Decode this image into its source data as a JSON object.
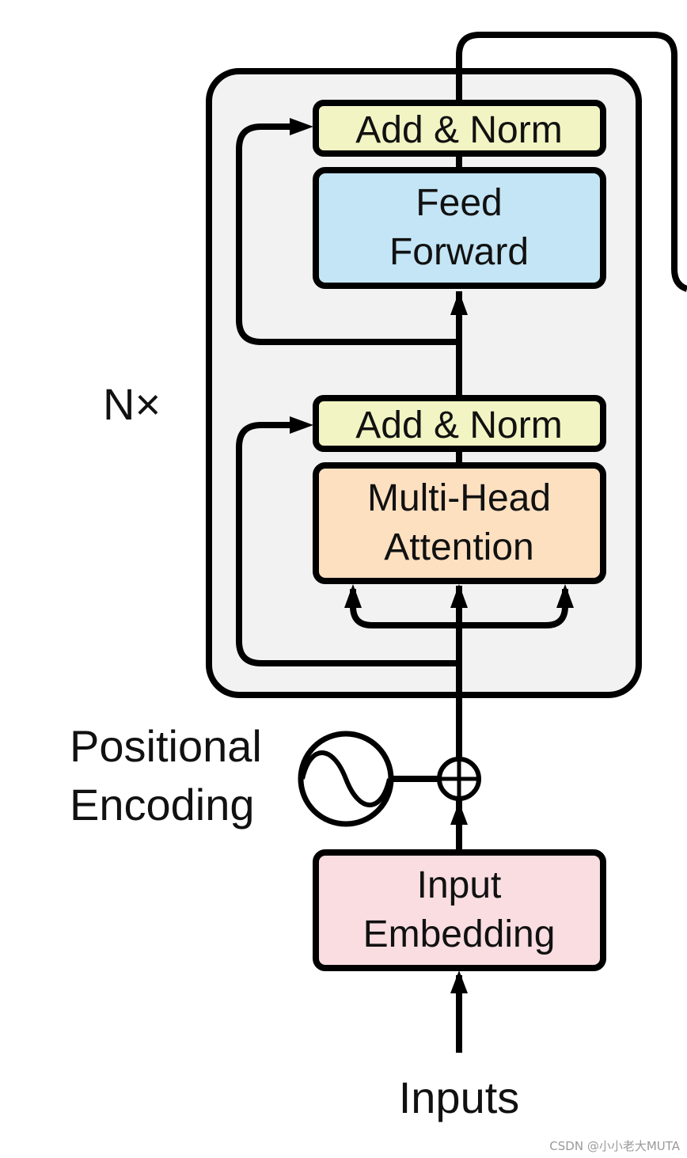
{
  "diagram": {
    "repeat_label": "N×",
    "blocks": {
      "add_norm_top": "Add & Norm",
      "feed_forward_line1": "Feed",
      "feed_forward_line2": "Forward",
      "add_norm_bottom": "Add & Norm",
      "mha_line1": "Multi-Head",
      "mha_line2": "Attention",
      "input_embedding_line1": "Input",
      "input_embedding_line2": "Embedding"
    },
    "positional_encoding_line1": "Positional",
    "positional_encoding_line2": "Encoding",
    "inputs_label": "Inputs",
    "watermark": "CSDN @小小老大MUTA",
    "colors": {
      "add_norm": "#F2F4C3",
      "feed_forward": "#C4E5F5",
      "multi_head_attention": "#FDE0C0",
      "input_embedding": "#F9DDE1",
      "encoder_panel": "#F2F2F2",
      "stroke": "#000000"
    }
  }
}
